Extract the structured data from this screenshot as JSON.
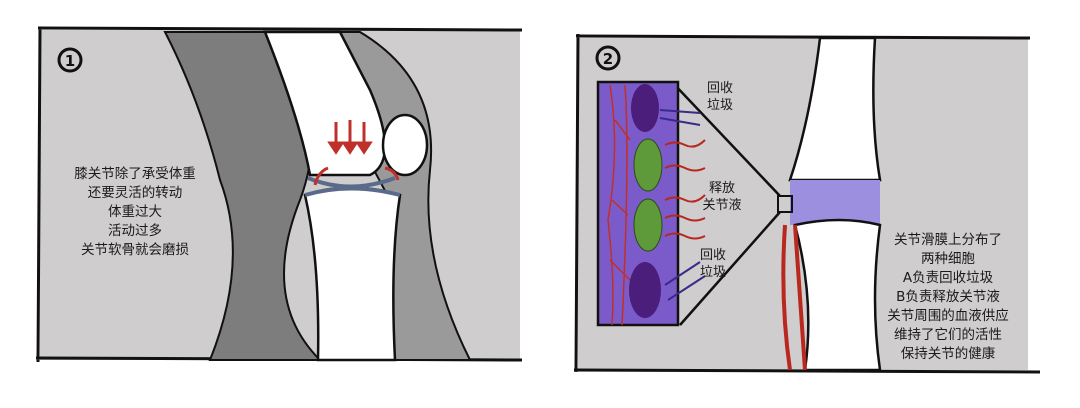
{
  "panel1": {
    "number": "1",
    "caption": [
      "膝关节除了承受体重",
      "还要灵活的转动",
      "体重过大",
      "活动过多",
      "关节软骨就会磨损"
    ]
  },
  "panel2": {
    "number": "2",
    "labels": {
      "recycle_top": [
        "回收",
        "垃圾"
      ],
      "release": [
        "释放",
        "关节液"
      ],
      "recycle_bottom": [
        "回收",
        "垃圾"
      ]
    },
    "caption": [
      "关节滑膜上分布了",
      "两种细胞",
      "A负责回收垃圾",
      "B负责释放关节液",
      "关节周围的血液供应",
      "维持了它们的活性",
      "保持关节的健康"
    ]
  },
  "colors": {
    "panel_bg": "#cfcdcd",
    "bone": "#ffffff",
    "muscle": "#8a8a8a",
    "synovium": "#8e7fd6",
    "cell_purple": "#5b2a8a",
    "cell_green": "#5f9a3a",
    "vessel": "#b8281e"
  }
}
